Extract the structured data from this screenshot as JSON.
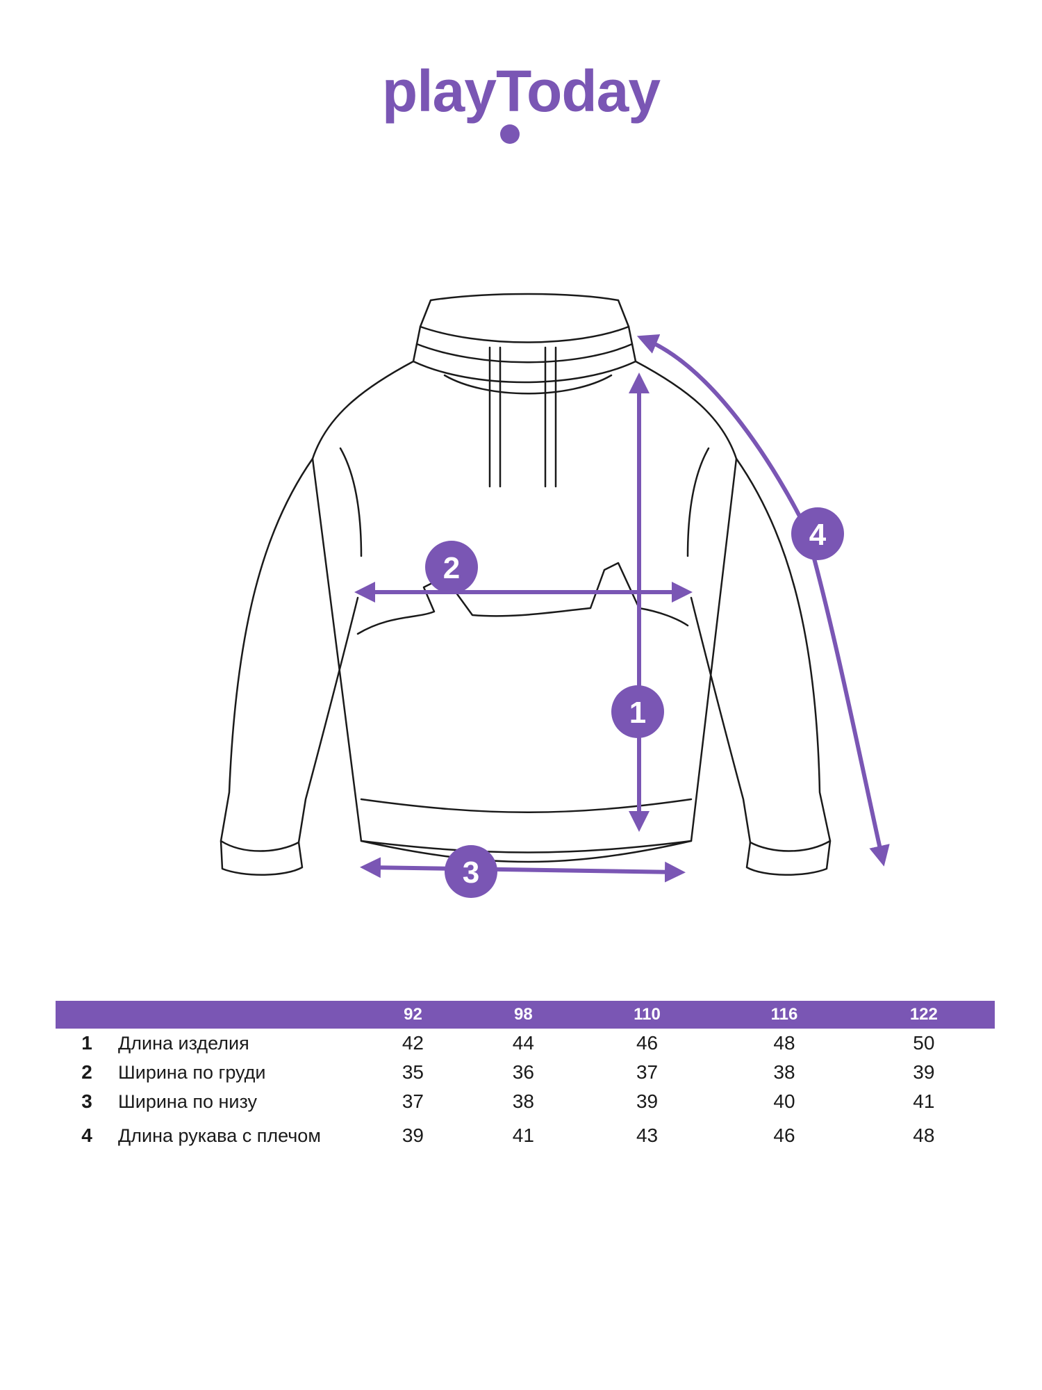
{
  "brand": {
    "logo_text": "playToday",
    "color": "#7a56b4"
  },
  "diagram": {
    "markers": [
      "1",
      "2",
      "3",
      "4"
    ]
  },
  "table": {
    "sizes": [
      "92",
      "98",
      "110",
      "116",
      "122"
    ],
    "rows": [
      {
        "num": "1",
        "label": "Длина изделия",
        "values": [
          "42",
          "44",
          "46",
          "48",
          "50"
        ]
      },
      {
        "num": "2",
        "label": "Ширина по груди",
        "values": [
          "35",
          "36",
          "37",
          "38",
          "39"
        ]
      },
      {
        "num": "3",
        "label": "Ширина по низу",
        "values": [
          "37",
          "38",
          "39",
          "40",
          "41"
        ]
      },
      {
        "num": "4",
        "label": "Длина рукава с плечом",
        "values": [
          "39",
          "41",
          "43",
          "46",
          "48"
        ]
      }
    ]
  }
}
